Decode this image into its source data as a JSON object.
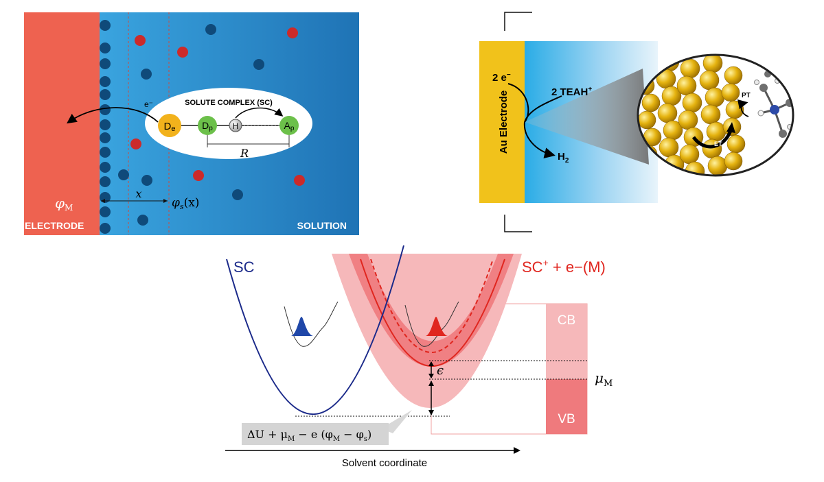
{
  "panel_a": {
    "electrode_label": "ELECTRODE",
    "solution_label": "SOLUTION",
    "phi_m": "φ",
    "phi_m_sub": "M",
    "x_label": "x",
    "phi_s": "φ",
    "phi_s_sub": "s",
    "phi_s_arg": "(x)",
    "electron_label": "e⁻",
    "complex_title": "SOLUTE COMPLEX (SC)",
    "nodes": {
      "de": "D",
      "de_sub": "e",
      "dp": "D",
      "dp_sub": "p",
      "h": "H",
      "ap": "A",
      "ap_sub": "p"
    },
    "r_label": "R",
    "colors": {
      "electrode": "#ee6250",
      "solution": "#2f86c6",
      "donor": "#f2b21c",
      "proton_site": "#6cc04a",
      "counter_ion": "#cc2a2a",
      "ion": "#0f4a7a"
    }
  },
  "panel_b": {
    "electrode_label": "Au Electrode",
    "electrons": "2 e",
    "electrons_sup": "−",
    "teah": "2 TEAH",
    "teah_sup": "+",
    "h2": "H",
    "h2_sub": "2",
    "pt_label": "PT",
    "et_label": "ET",
    "colors": {
      "gold": "#f1c21b",
      "blue": "#3bb4e8"
    }
  },
  "panel_c": {
    "sc_label": "SC",
    "scplus_a": "SC",
    "scplus_sup": "+",
    "scplus_b": " + e−(M)",
    "cb_label": "CB",
    "vb_label": "VB",
    "mu": "μ",
    "mu_sub": "M",
    "epsilon": "ϵ",
    "eq_text": "ΔU + μ",
    "eq_m": "M",
    "eq_mid": " − e (φ",
    "eq_m2": "M",
    "eq_minus": " − φ",
    "eq_s": "s",
    "eq_close": ")",
    "x_axis": "Solvent coordinate",
    "colors": {
      "sc": "#1b2a8a",
      "scplus": "#e0261f",
      "band": "#f08a8c",
      "band_light": "#f6b8ba"
    }
  }
}
